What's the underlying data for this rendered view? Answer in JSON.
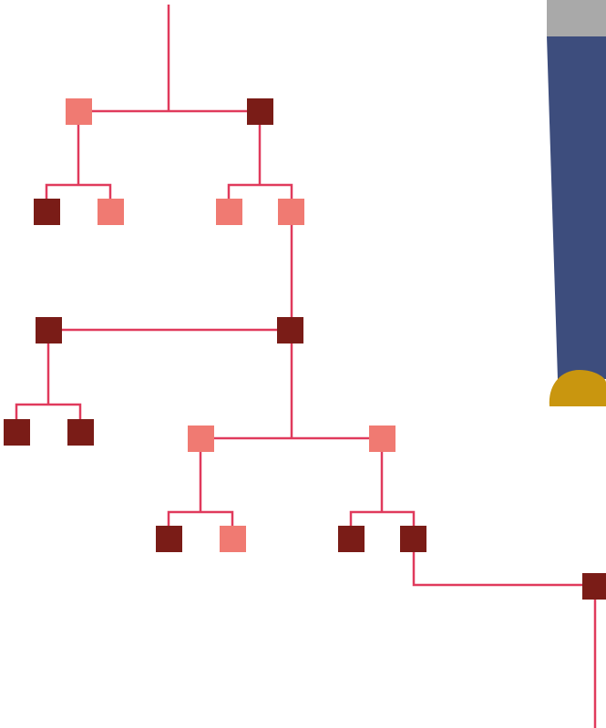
{
  "colors": {
    "line": "#e03a5c",
    "node_dark": "#7a1c17",
    "node_light": "#f07a72",
    "figure_sleeve": "#3d4d7d",
    "figure_cuff": "#a9a9a9",
    "figure_hand": "#c9960f"
  },
  "nodes": [
    {
      "id": "g1-left",
      "shade": "light"
    },
    {
      "id": "g1-right",
      "shade": "dark"
    },
    {
      "id": "g2-a",
      "shade": "dark"
    },
    {
      "id": "g2-b",
      "shade": "light"
    },
    {
      "id": "g2-c",
      "shade": "light"
    },
    {
      "id": "g2-d",
      "shade": "light"
    },
    {
      "id": "g3-left",
      "shade": "dark"
    },
    {
      "id": "g3-right",
      "shade": "dark"
    },
    {
      "id": "g4-a",
      "shade": "dark"
    },
    {
      "id": "g4-b",
      "shade": "dark"
    },
    {
      "id": "g4-c",
      "shade": "light"
    },
    {
      "id": "g4-d",
      "shade": "light"
    },
    {
      "id": "g5-a",
      "shade": "dark"
    },
    {
      "id": "g5-b",
      "shade": "light"
    },
    {
      "id": "g5-c",
      "shade": "dark"
    },
    {
      "id": "g5-d",
      "shade": "dark"
    },
    {
      "id": "g6-descendant",
      "shade": "dark"
    }
  ]
}
